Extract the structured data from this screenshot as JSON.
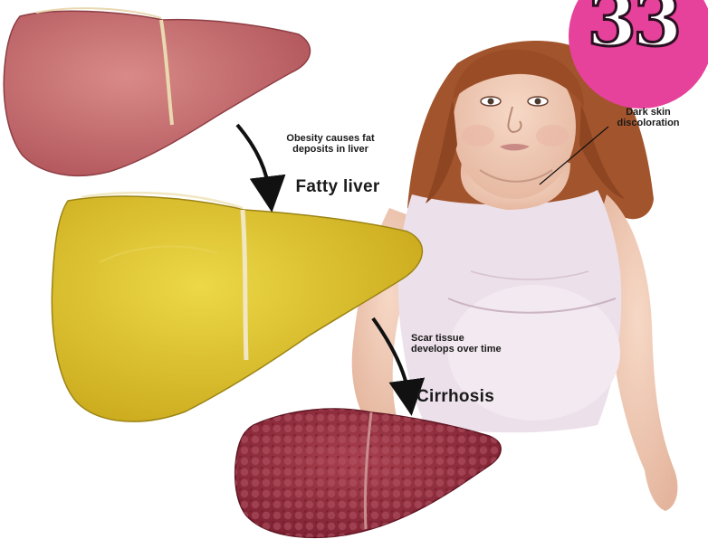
{
  "badge": {
    "number": "33",
    "color": "#e6419b"
  },
  "labels": {
    "obesity_note": "Obesity causes fat\ndeposits in liver",
    "fatty_liver": "Fatty liver",
    "scar_note": "Scar tissue\ndevelops over time",
    "cirrhosis": "Cirrhosis",
    "skin_note": "Dark skin\ndiscoloration"
  },
  "colors": {
    "healthy_liver": "#c56a6c",
    "fatty_liver": "#d9c22a",
    "cirrhotic_liver": "#8e2a3a",
    "skin": "#f0c8b2",
    "hair": "#a2542c",
    "shirt": "#ece0ea"
  }
}
